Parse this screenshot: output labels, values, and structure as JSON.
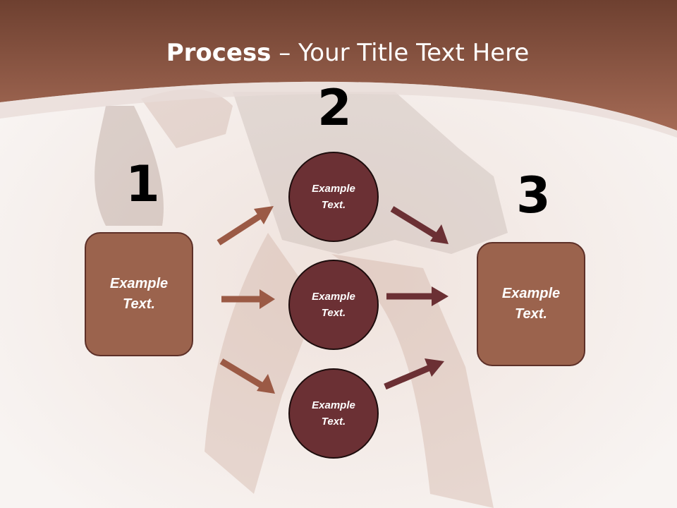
{
  "title": {
    "bold": "Process",
    "rest": " – Your Title Text Here"
  },
  "steps": {
    "n1": "1",
    "n2": "2",
    "n3": "3"
  },
  "input_box": {
    "text": "Example\nText."
  },
  "circles": [
    {
      "text": "Example\nText."
    },
    {
      "text": "Example\nText."
    },
    {
      "text": "Example\nText."
    }
  ],
  "output_box": {
    "text": "Example\nText."
  },
  "colors": {
    "header": "#8c5140",
    "box_fill": "#9b634d",
    "circle_fill": "#6b3034",
    "arrow_light": "#9b5a45",
    "arrow_dark": "#6b3034"
  }
}
